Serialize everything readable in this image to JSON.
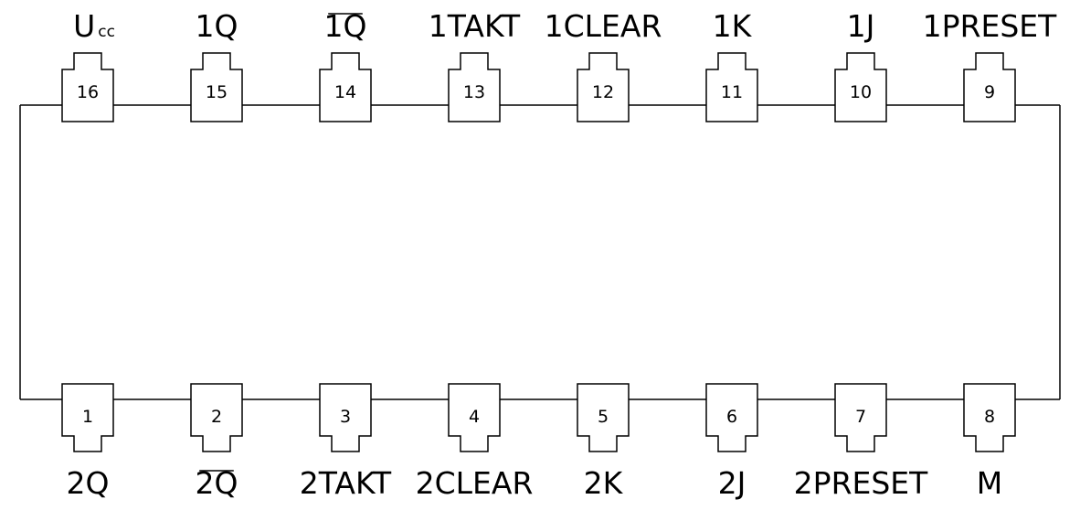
{
  "chip": {
    "top_pins": [
      {
        "number": "16",
        "label": "U",
        "label_sub": "cc",
        "overline": false
      },
      {
        "number": "15",
        "label": "1Q",
        "label_sub": "",
        "overline": false
      },
      {
        "number": "14",
        "label": "1Q",
        "label_sub": "",
        "overline": true
      },
      {
        "number": "13",
        "label": "1TAKT",
        "label_sub": "",
        "overline": false
      },
      {
        "number": "12",
        "label": "1CLEAR",
        "label_sub": "",
        "overline": false
      },
      {
        "number": "11",
        "label": "1K",
        "label_sub": "",
        "overline": false
      },
      {
        "number": "10",
        "label": "1J",
        "label_sub": "",
        "overline": false
      },
      {
        "number": "9",
        "label": "1PRESET",
        "label_sub": "",
        "overline": false
      }
    ],
    "bottom_pins": [
      {
        "number": "1",
        "label": "2Q",
        "overline": false
      },
      {
        "number": "2",
        "label": "2Q",
        "overline": true
      },
      {
        "number": "3",
        "label": "2TAKT",
        "overline": false
      },
      {
        "number": "4",
        "label": "2CLEAR",
        "overline": false
      },
      {
        "number": "5",
        "label": "2K",
        "overline": false
      },
      {
        "number": "6",
        "label": "2J",
        "overline": false
      },
      {
        "number": "7",
        "label": "2PRESET",
        "overline": false
      },
      {
        "number": "8",
        "label": "M",
        "overline": false
      }
    ]
  }
}
